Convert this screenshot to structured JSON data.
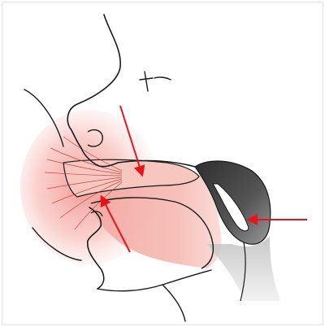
{
  "figure": {
    "colors": {
      "outline": "#1a1a1a",
      "skin_tint": "#f4a7a0",
      "mouth_tint": "#f08f8a",
      "arrow": "#e8141a",
      "palate_dark": "#4a4a4a",
      "palate_light": "#d8d8d8"
    },
    "arrows": [
      {
        "name": "arrow-to-upper-lip-tongue"
      },
      {
        "name": "arrow-to-lower-lip"
      },
      {
        "name": "arrow-to-soft-palate"
      }
    ]
  }
}
